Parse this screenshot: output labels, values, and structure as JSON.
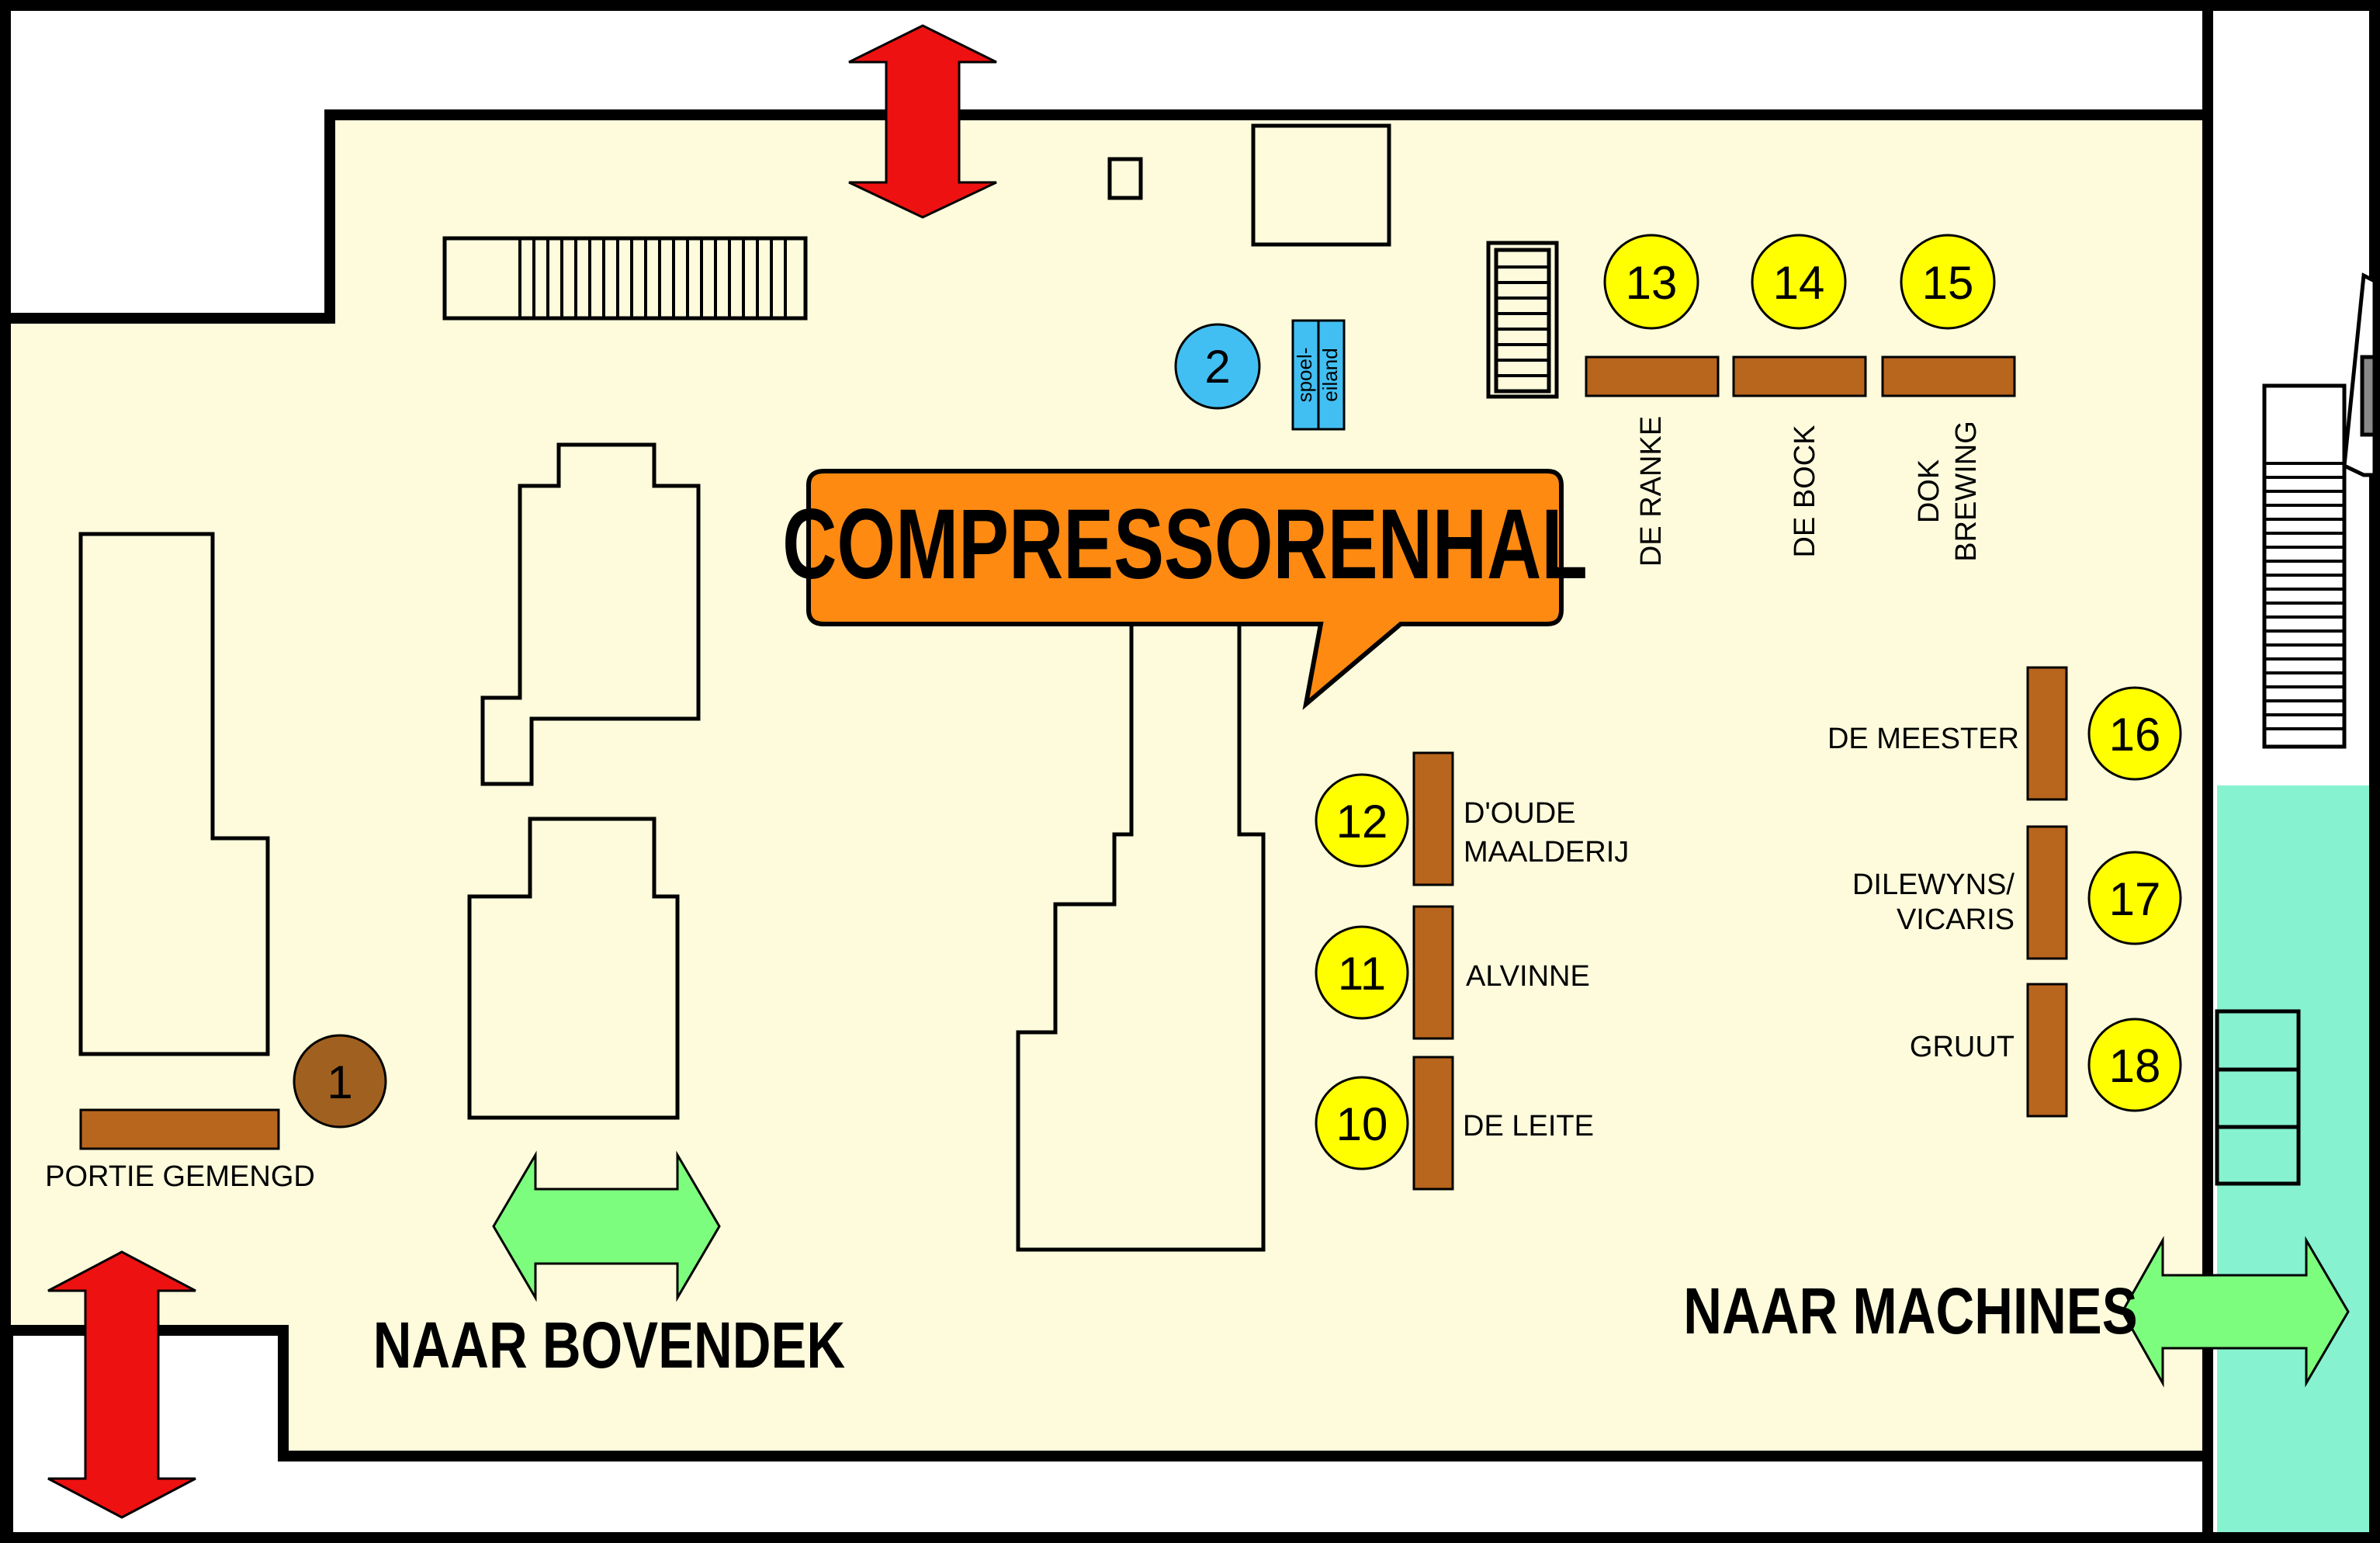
{
  "hall_title": "COMPRESSORENHAL",
  "exits": {
    "bovendek": "NAAR BOVENDEK",
    "machines": "NAAR MACHINES"
  },
  "spoel_eiland": {
    "number": "2",
    "line1": "spoel-",
    "line2": "eiland"
  },
  "stands": [
    {
      "number": "1",
      "label": "PORTIE GEMENGD"
    },
    {
      "number": "10",
      "label": "DE LEITE"
    },
    {
      "number": "11",
      "label": "ALVINNE"
    },
    {
      "number": "12",
      "line1": "D'OUDE",
      "line2": "MAALDERIJ"
    },
    {
      "number": "13",
      "label": "DE RANKE"
    },
    {
      "number": "14",
      "label": "DE BOCK"
    },
    {
      "number": "15",
      "line1": "DOK",
      "line2": "BREWING"
    },
    {
      "number": "16",
      "label": "DE MEESTER"
    },
    {
      "number": "17",
      "line1": "DILEWYNS/",
      "line2": "VICARIS"
    },
    {
      "number": "18",
      "label": "GRUUT"
    }
  ],
  "colors": {
    "floor": "#fdfbdc",
    "bar": "#b8651d",
    "stand_marker": "#ffff00",
    "marker_1": "#a0601f",
    "marker_2": "#42bff2",
    "callout": "#ff8a12",
    "exit_red": "#ee1111",
    "exit_green": "#7dfd7d",
    "outside_teal": "#86f2cf"
  }
}
